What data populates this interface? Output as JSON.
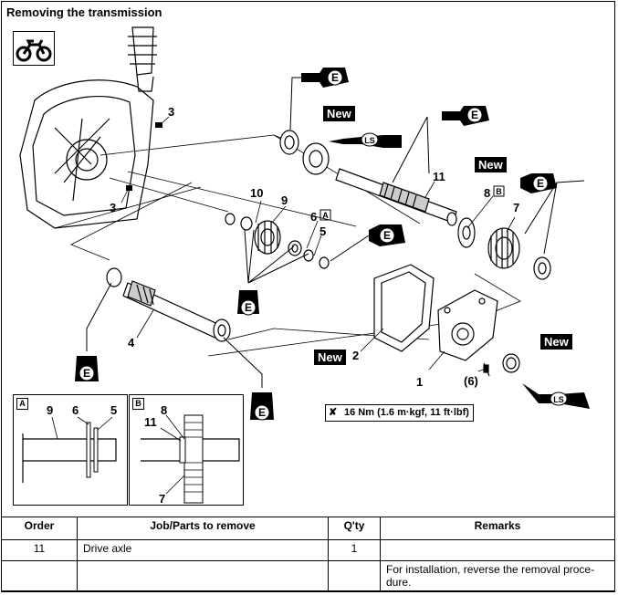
{
  "section_title": "Removing the transmission",
  "new_label": "New",
  "torque_spec": "16 Nm (1.6 m·kgf, 11 ft·lbf)",
  "callouts": {
    "n1": "1",
    "n2": "2",
    "n3": "3",
    "n4": "4",
    "n5": "5",
    "n6": "6",
    "n6p": "(6)",
    "n7": "7",
    "n8": "8",
    "n9": "9",
    "n10": "10",
    "n11": "11",
    "keyA": "A",
    "keyB": "B",
    "lubeE": "E",
    "lubeLS": "LS"
  },
  "table": {
    "headers": [
      "Order",
      "Job/Parts to remove",
      "Q'ty",
      "Remarks"
    ],
    "rows": [
      {
        "order": "11",
        "job": "Drive axle",
        "qty": "1",
        "remarks": ""
      },
      {
        "order": "",
        "job": "",
        "qty": "",
        "remarks": "For installation, reverse the removal proce-dure."
      }
    ]
  }
}
